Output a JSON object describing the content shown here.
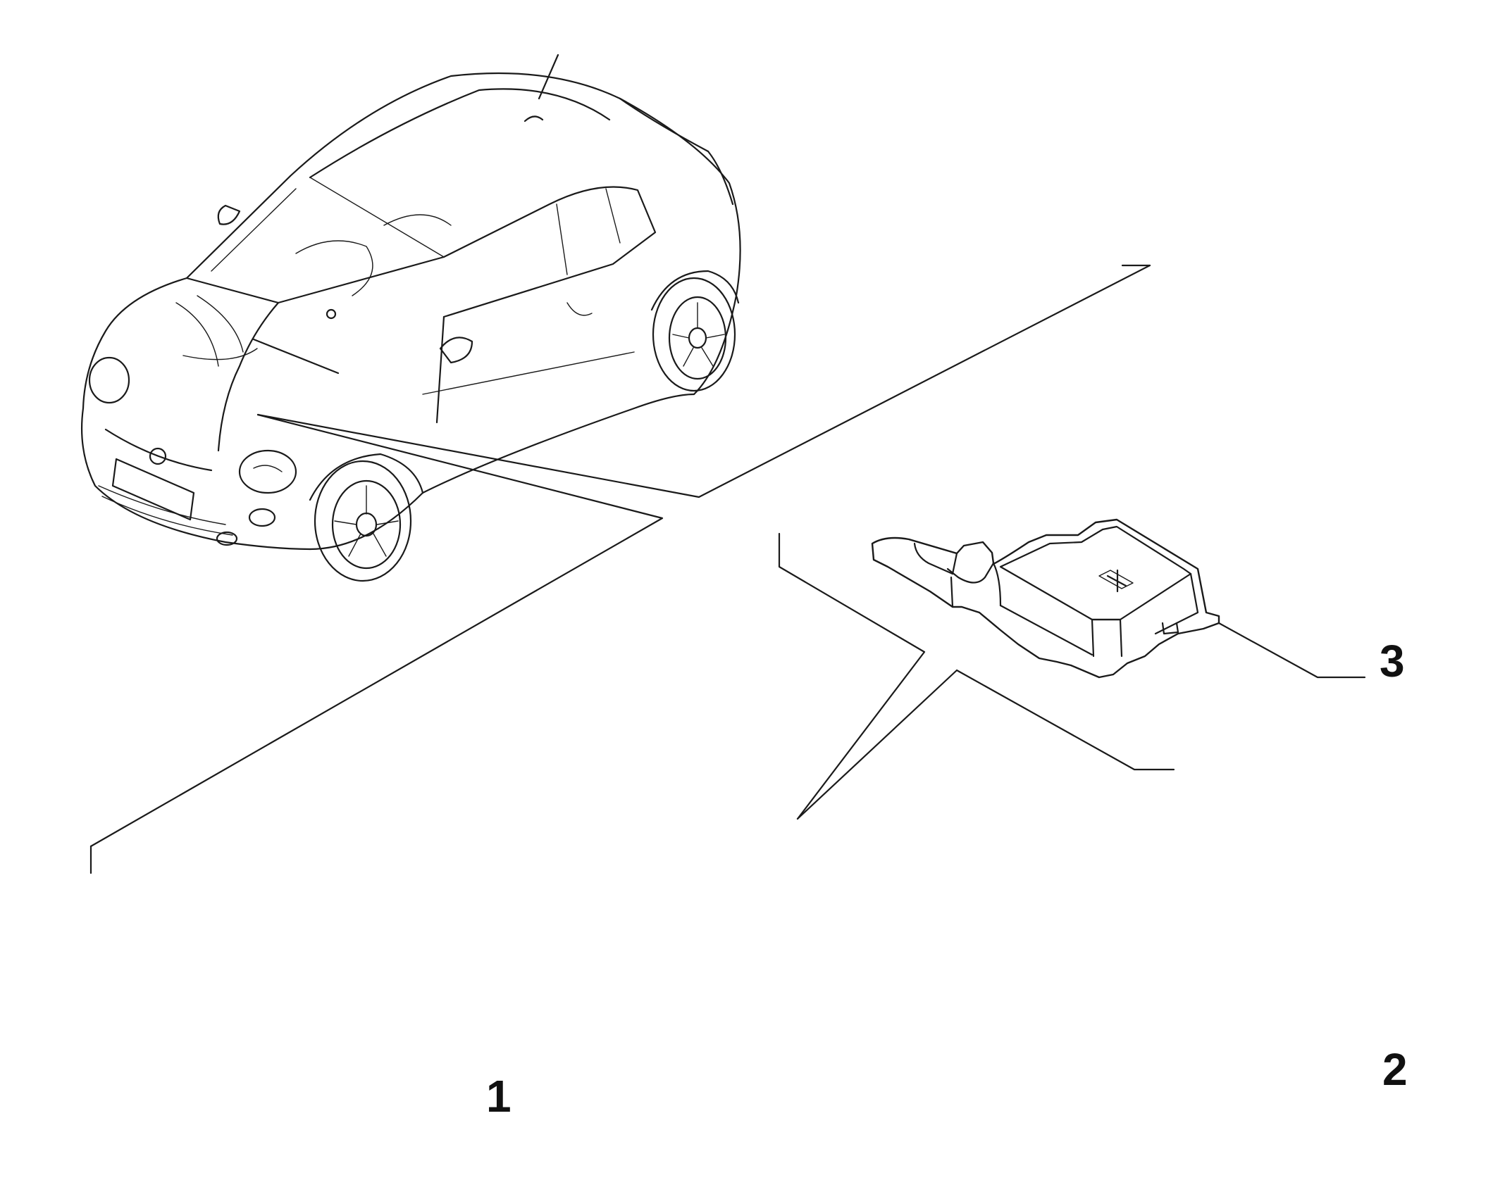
{
  "parts": [
    {
      "number": "1",
      "icon": "battery-icon"
    },
    {
      "number": "2",
      "icon": "battery-terminal-sensor-icon"
    },
    {
      "number": "3",
      "icon": "terminal-cover-icon"
    }
  ],
  "car_icon": "car-outline-icon",
  "colors": {
    "line": "#1a1a1a",
    "background": "#ffffff"
  }
}
